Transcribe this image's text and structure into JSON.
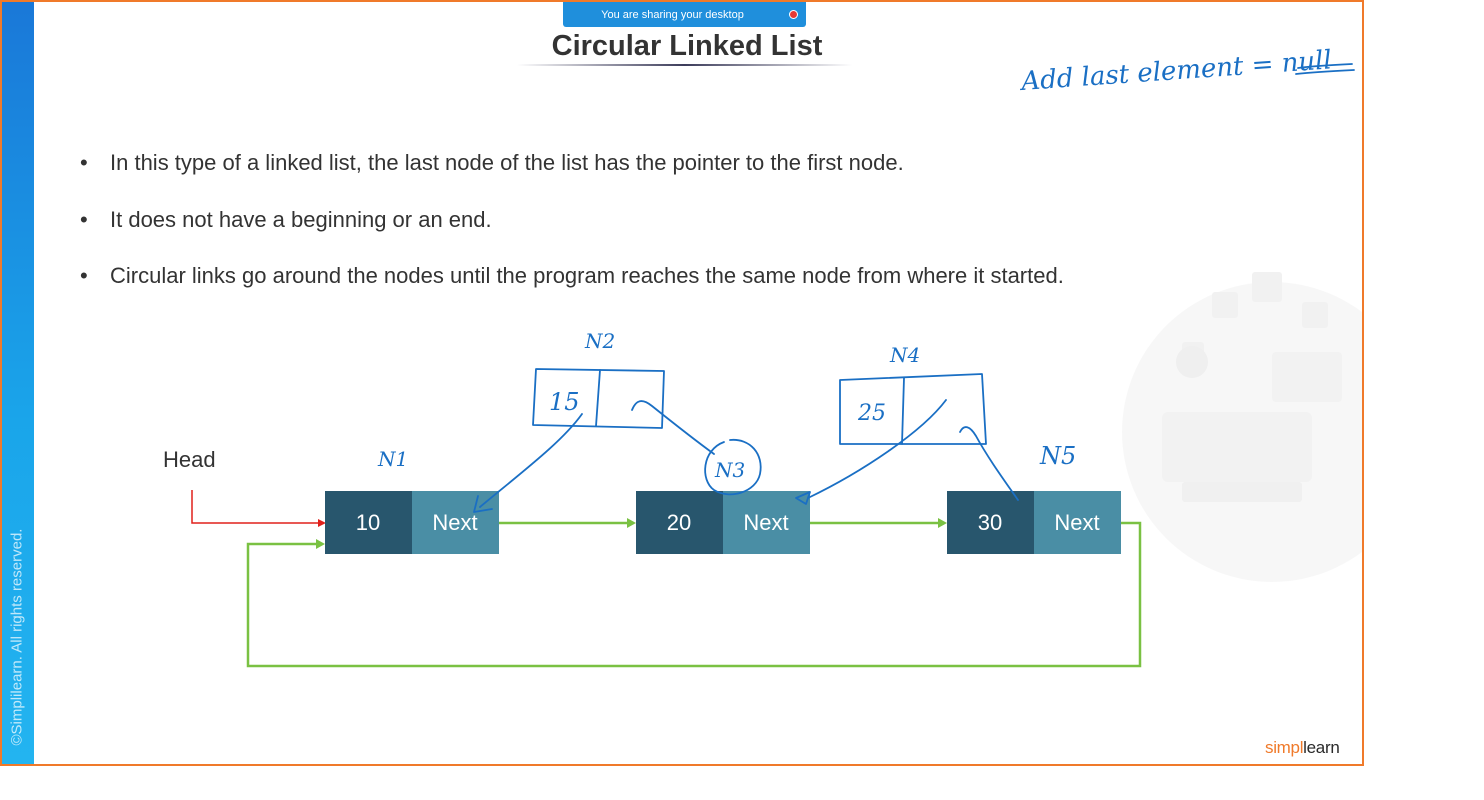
{
  "screen_share": {
    "banner_text": "You are sharing your desktop"
  },
  "slide": {
    "title": "Circular Linked List",
    "bullets": [
      "In this type of a linked list, the last node of the list has the pointer to the first node.",
      "It does not have a beginning or an end.",
      "Circular links go around the nodes until the program reaches the same node from where it started."
    ],
    "copyright": "©Simplilearn. All rights reserved.",
    "logo": {
      "part1": "simpl",
      "part2": "learn"
    }
  },
  "diagram": {
    "head_label": "Head",
    "nodes": [
      {
        "value": "10",
        "next_label": "Next"
      },
      {
        "value": "20",
        "next_label": "Next"
      },
      {
        "value": "30",
        "next_label": "Next"
      }
    ],
    "colors": {
      "data_cell": "#28566d",
      "next_cell": "#4a8ea5",
      "link_arrow": "#7ac143",
      "head_arrow": "#e0201b"
    }
  },
  "annotations": {
    "note": "Add last element = null",
    "node_labels": [
      "N1",
      "N2",
      "N3",
      "N4",
      "N5"
    ],
    "sketch_values": [
      "15",
      "25"
    ],
    "ink_color": "#1a6fc4"
  }
}
